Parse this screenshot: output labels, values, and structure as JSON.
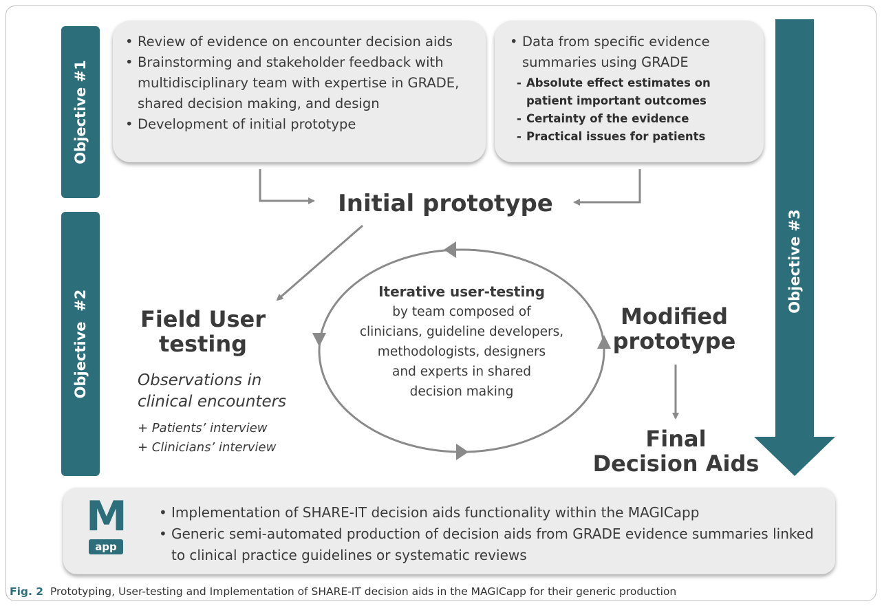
{
  "objective1": "Objective #1",
  "objective2": "Objective  #2",
  "objective3": "Objective #3",
  "box_left": [
    "Review of evidence on encounter decision aids",
    "Brainstorming and stakeholder feedback with multidisciplinary team with expertise in GRADE, shared decision making, and design",
    "Development of initial prototype"
  ],
  "box_right": {
    "bullet": "Data from specific evidence summaries using GRADE",
    "items": [
      "Absolute effect estimates on patient important outcomes",
      "Certainty of the evidence",
      "Practical issues for patients"
    ]
  },
  "initial_prototype": "Initial prototype",
  "field": {
    "title_line1": "Field User",
    "title_line2": "testing",
    "obs_line1": "Observations in",
    "obs_line2": "clinical encounters",
    "interview1": "+ Patients’ interview",
    "interview2": "+ Clinicians’ interview"
  },
  "cycle": {
    "title": "Iterative user-testing",
    "lines": [
      "by team composed of",
      "clinicians, guideline developers,",
      "methodologists, designers",
      "and experts in shared",
      "decision making"
    ]
  },
  "modified": {
    "line1": "Modified",
    "line2": "prototype"
  },
  "final": {
    "line1": "Final",
    "line2": "Decision Aids"
  },
  "bottom": {
    "logo_letter": "M",
    "logo_app": "app",
    "items": [
      "Implementation of SHARE-IT decision aids functionality within the MAGICapp",
      "Generic semi-automated production of decision aids from GRADE evidence summaries linked to clinical practice guidelines or systematic reviews"
    ]
  },
  "caption": {
    "label": "Fig. 2",
    "text": "Prototyping, User-testing and Implementation of SHARE-IT decision aids in the MAGICapp for their generic production"
  },
  "colors": {
    "teal": "#2c6e7a",
    "box": "#ececec",
    "arrow": "#8a8a8a"
  }
}
